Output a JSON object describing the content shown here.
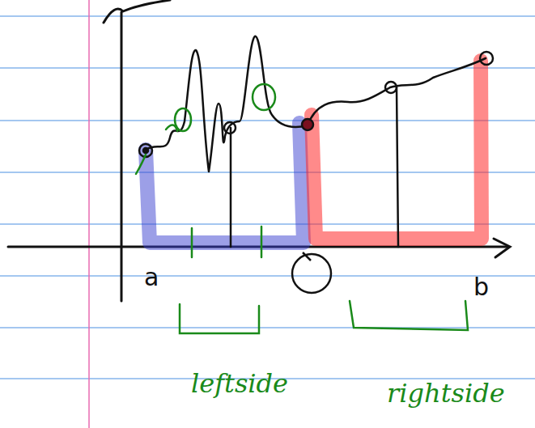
{
  "diagram": {
    "labels": [
      "a",
      "b",
      "leftside",
      "rightside"
    ]
  }
}
